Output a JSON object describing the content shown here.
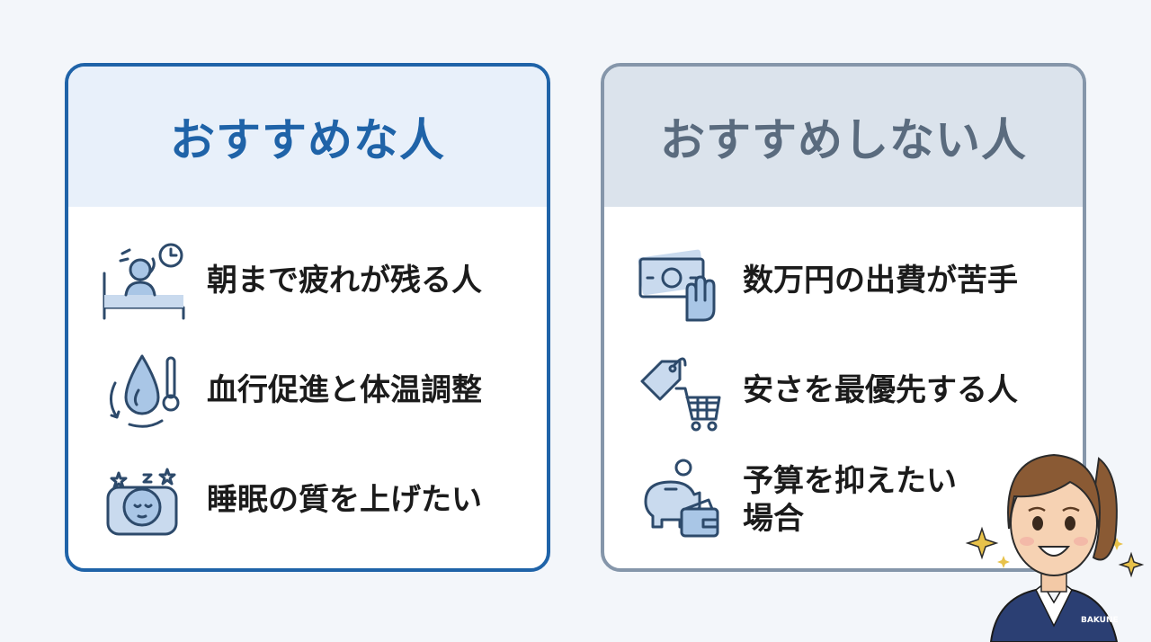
{
  "recommended": {
    "title": "おすすめな人",
    "items": [
      {
        "icon": "tired-in-bed-icon",
        "label": "朝まで疲れが残る人"
      },
      {
        "icon": "blood-drop-thermometer-icon",
        "label": "血行促進と体温調整"
      },
      {
        "icon": "sleeping-face-icon",
        "label": "睡眠の質を上げたい"
      }
    ]
  },
  "not_recommended": {
    "title": "おすすめしない人",
    "items": [
      {
        "icon": "cash-hand-icon",
        "label": "数万円の出費が苦手"
      },
      {
        "icon": "price-tag-cart-icon",
        "label": "安さを最優先する人"
      },
      {
        "icon": "piggy-bank-wallet-icon",
        "label": "予算を抑えたい場合"
      }
    ]
  },
  "mascot": {
    "badge": "BAKUNE"
  },
  "colors": {
    "blue": "#1f63a8",
    "gray": "#8596aa",
    "navy": "#2b3f73"
  }
}
